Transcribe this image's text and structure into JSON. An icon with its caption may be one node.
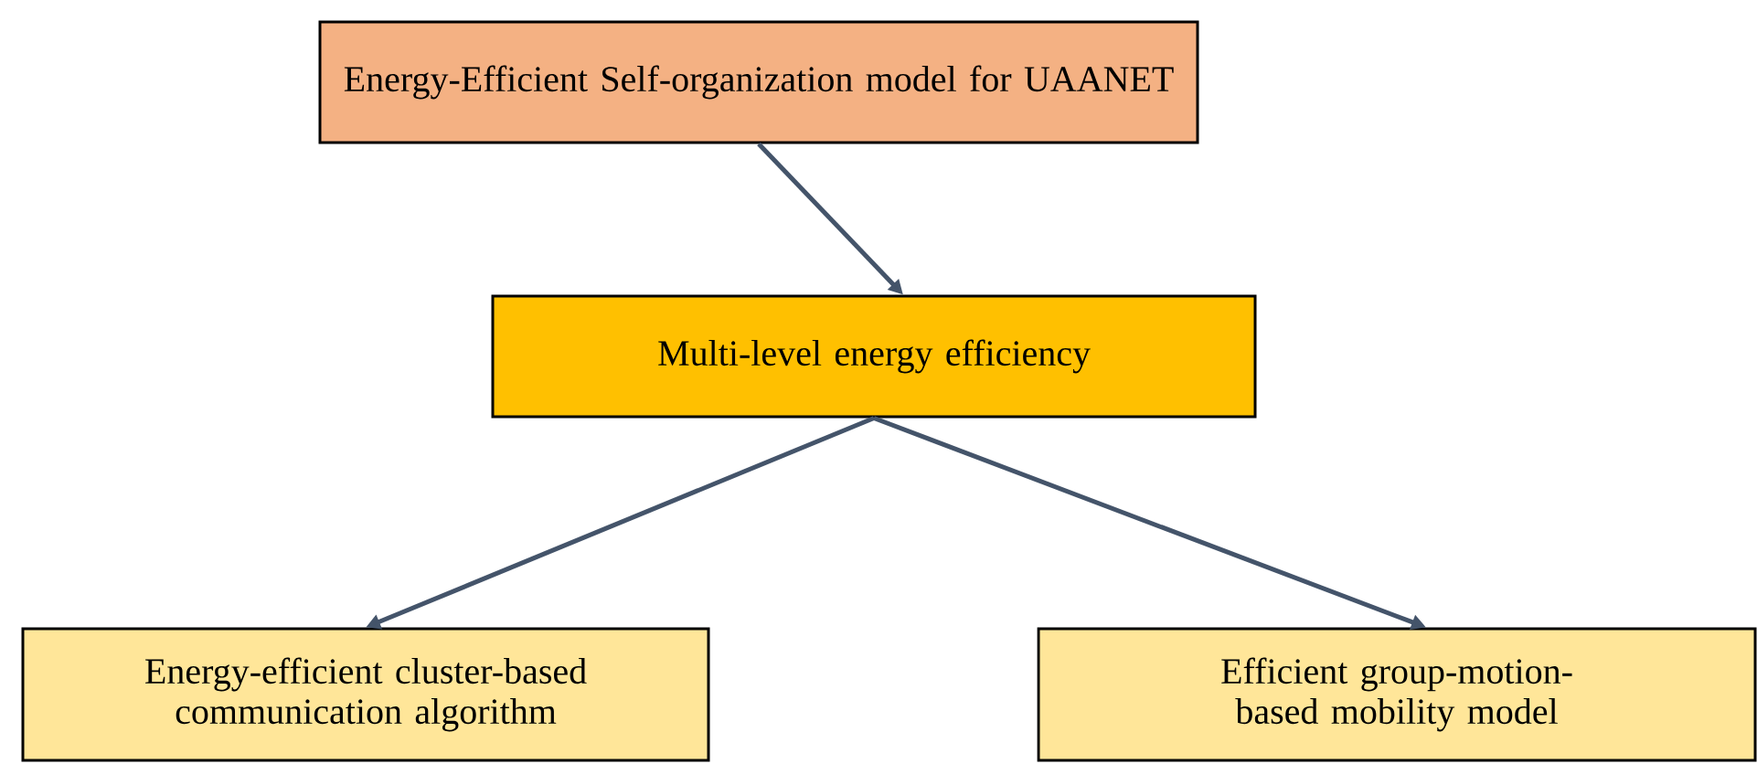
{
  "diagram": {
    "nodes": [
      {
        "text": [
          "Energy-Efficient Self-organization model for UAANET"
        ]
      },
      {
        "text": [
          "Multi-level energy efficiency"
        ]
      },
      {
        "text": [
          "Energy-efficient cluster-based communication algorithm"
        ]
      },
      {
        "text": [
          "Efficient group-motion-based mobility model"
        ]
      }
    ],
    "edges": [
      {
        "from": 0,
        "to": 1,
        "arrow": "to"
      },
      {
        "from": 1,
        "to": 2,
        "arrow": "to"
      },
      {
        "from": 1,
        "to": 3,
        "arrow": "to"
      }
    ]
  }
}
